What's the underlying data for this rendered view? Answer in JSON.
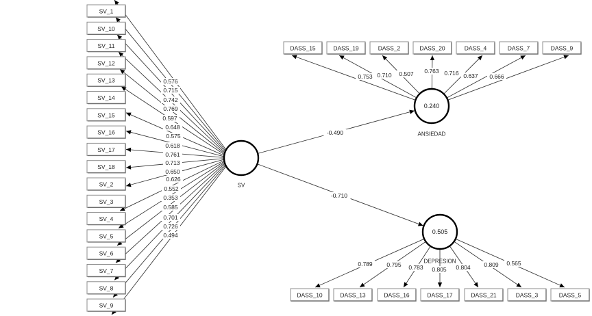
{
  "diagram": {
    "type": "PLS-SEM path model",
    "latent_variables": [
      {
        "id": "SV",
        "name": "SV",
        "r2": ""
      },
      {
        "id": "ANSIEDAD",
        "name": "ANSIEDAD",
        "r2": "0.240"
      },
      {
        "id": "DEPRESION",
        "name": "DEPRESION",
        "r2": "0.505"
      }
    ],
    "structural_paths": [
      {
        "from": "SV",
        "to": "ANSIEDAD",
        "coefficient": "-0.490"
      },
      {
        "from": "SV",
        "to": "DEPRESION",
        "coefficient": "-0.710"
      }
    ],
    "indicators": {
      "SV": [
        {
          "name": "SV_1",
          "loading": "0.576"
        },
        {
          "name": "SV_10",
          "loading": "0.715"
        },
        {
          "name": "SV_11",
          "loading": "0.742"
        },
        {
          "name": "SV_12",
          "loading": "0.769"
        },
        {
          "name": "SV_13",
          "loading": "0.597"
        },
        {
          "name": "SV_14",
          "loading": "0.648"
        },
        {
          "name": "SV_15",
          "loading": "0.575"
        },
        {
          "name": "SV_16",
          "loading": "0.618"
        },
        {
          "name": "SV_17",
          "loading": "0.761"
        },
        {
          "name": "SV_18",
          "loading": "0.713"
        },
        {
          "name": "SV_2",
          "loading": "0.650"
        },
        {
          "name": "SV_3",
          "loading": "0.626"
        },
        {
          "name": "SV_4",
          "loading": "0.552"
        },
        {
          "name": "SV_5",
          "loading": "0.353"
        },
        {
          "name": "SV_6",
          "loading": "0.585"
        },
        {
          "name": "SV_7",
          "loading": "0.701"
        },
        {
          "name": "SV_8",
          "loading": "0.726"
        },
        {
          "name": "SV_9",
          "loading": "0.494"
        }
      ],
      "ANSIEDAD": [
        {
          "name": "DASS_15",
          "loading": "0.753"
        },
        {
          "name": "DASS_19",
          "loading": "0.710"
        },
        {
          "name": "DASS_2",
          "loading": "0.507"
        },
        {
          "name": "DASS_20",
          "loading": "0.763"
        },
        {
          "name": "DASS_4",
          "loading": "0.716"
        },
        {
          "name": "DASS_7",
          "loading": "0.637"
        },
        {
          "name": "DASS_9",
          "loading": "0.666"
        }
      ],
      "DEPRESION": [
        {
          "name": "DASS_10",
          "loading": "0.789"
        },
        {
          "name": "DASS_13",
          "loading": "0.795"
        },
        {
          "name": "DASS_16",
          "loading": "0.783"
        },
        {
          "name": "DASS_17",
          "loading": "0.805"
        },
        {
          "name": "DASS_21",
          "loading": "0.804"
        },
        {
          "name": "DASS_3",
          "loading": "0.809"
        },
        {
          "name": "DASS_5",
          "loading": "0.565"
        }
      ]
    }
  }
}
